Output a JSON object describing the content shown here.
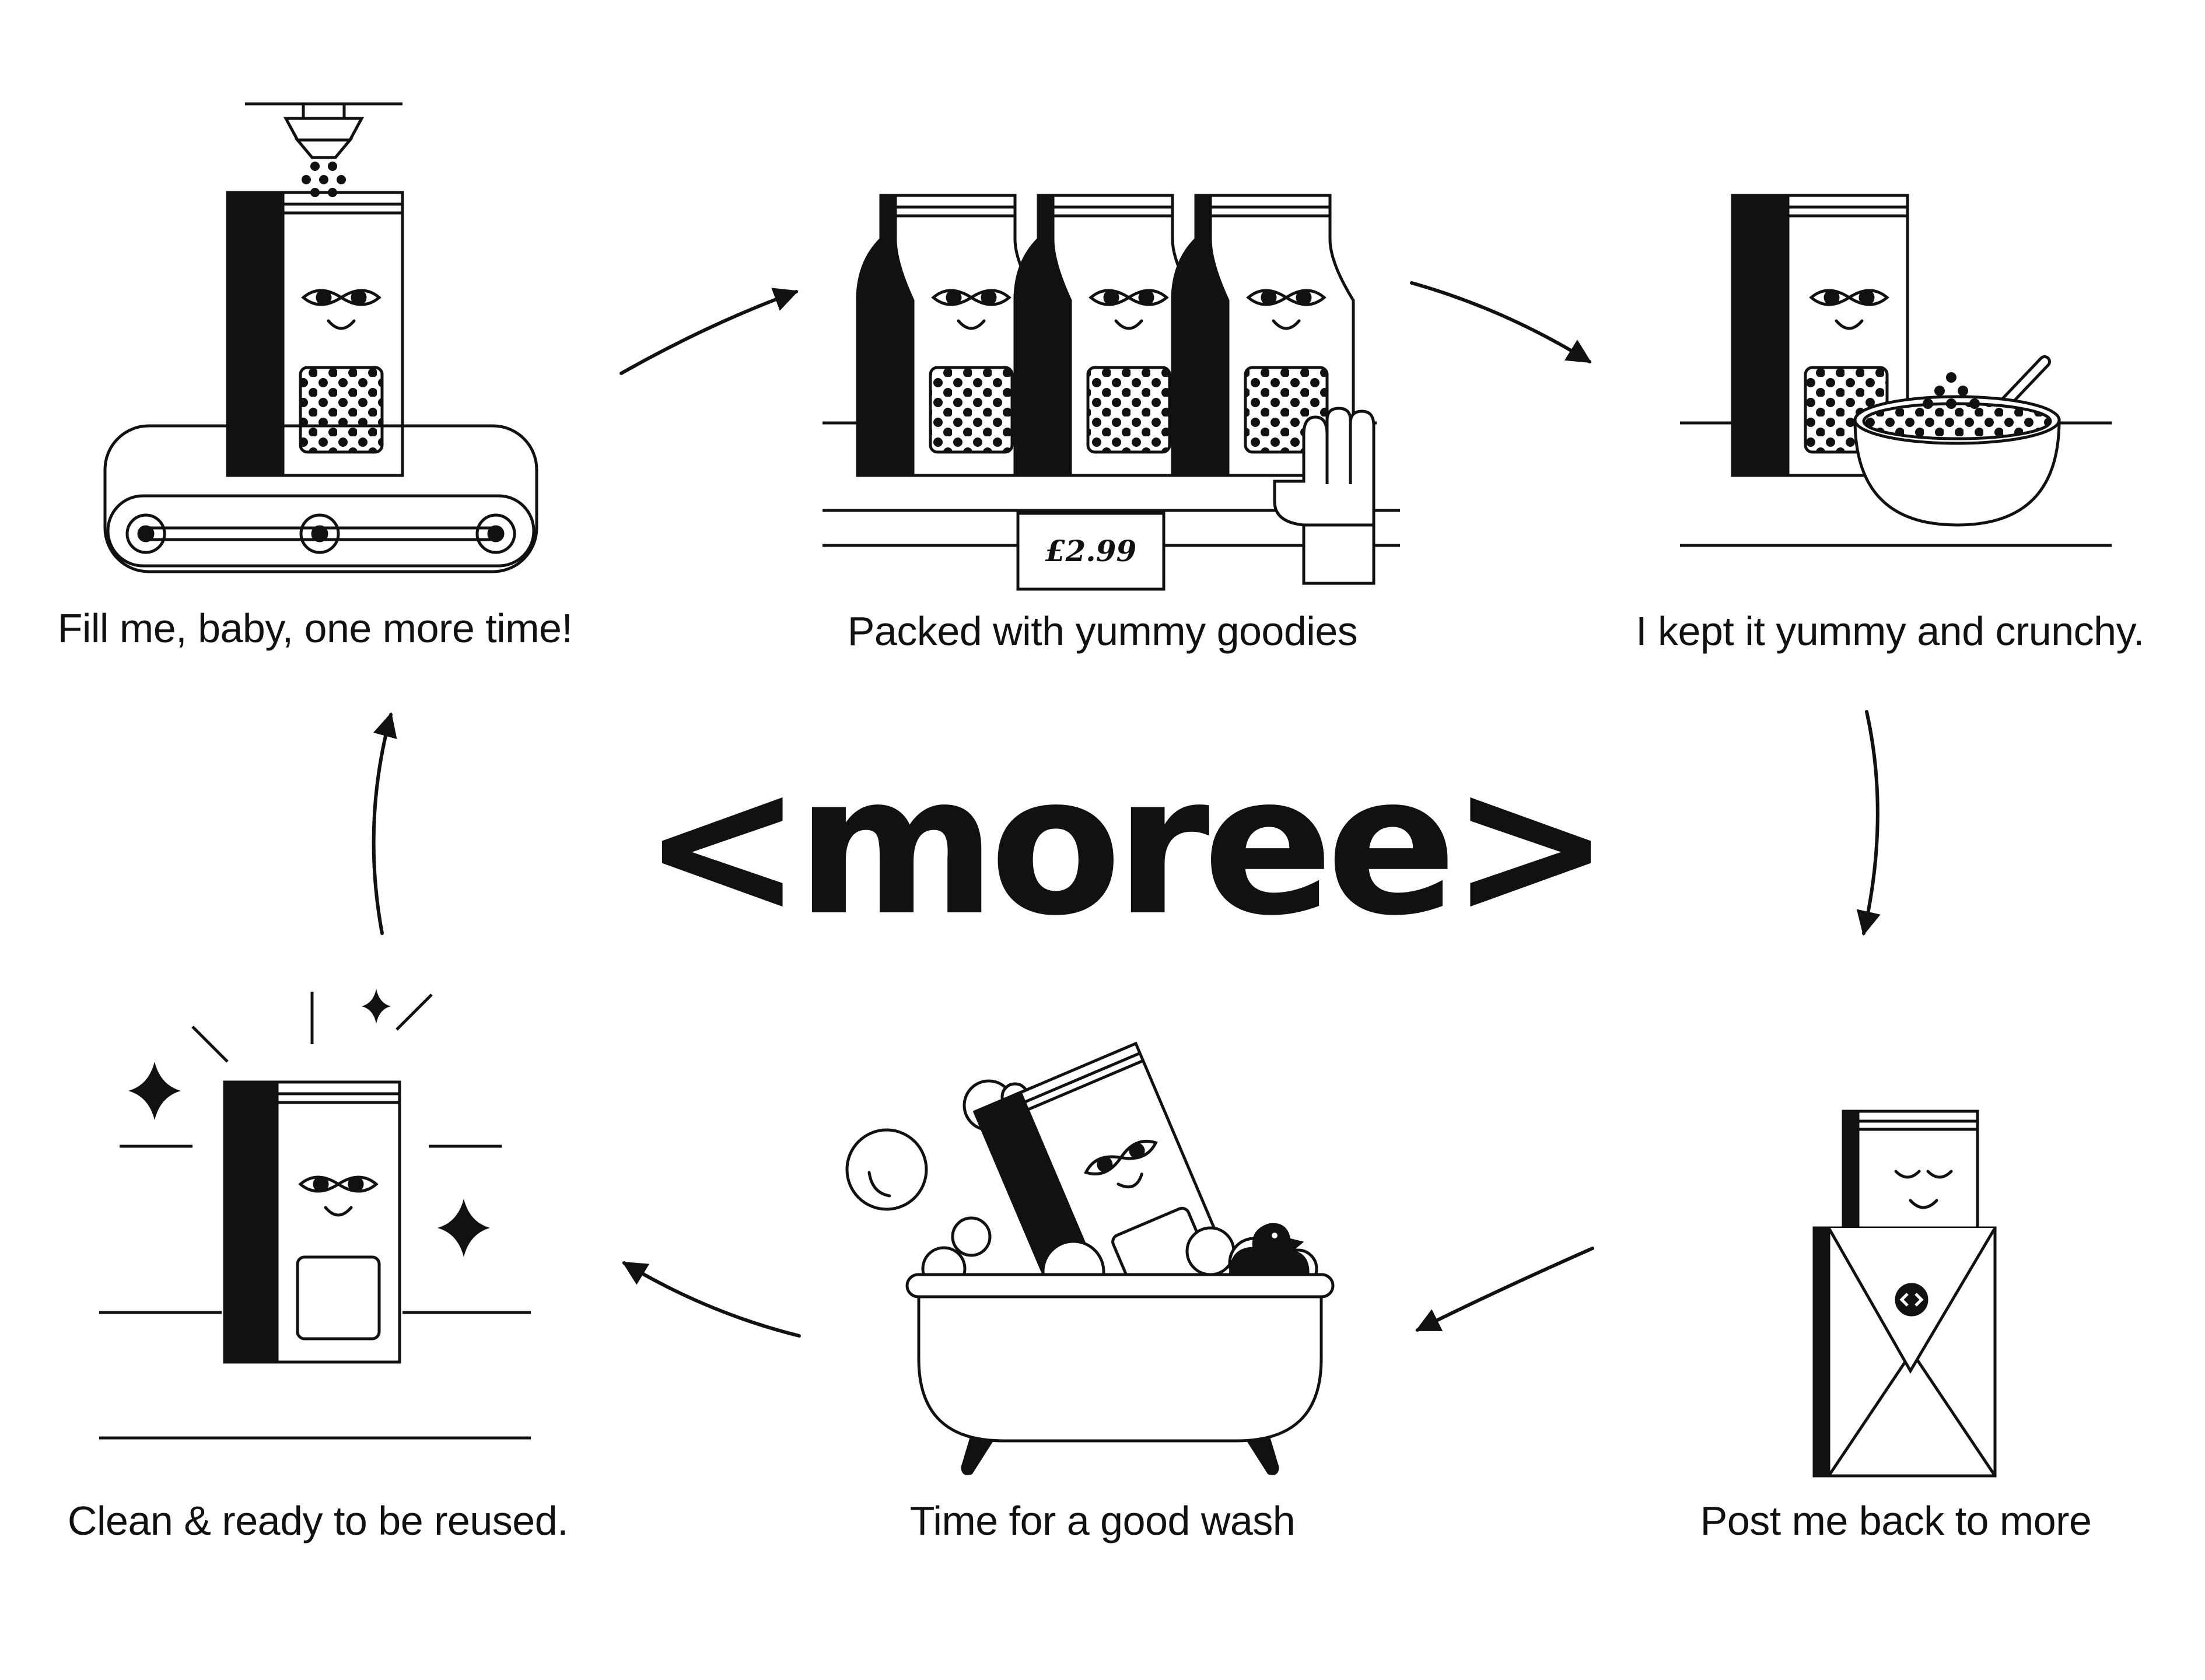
{
  "brand": {
    "logo": "<moree>"
  },
  "steps": [
    {
      "caption": "Fill me, baby, one more time!"
    },
    {
      "caption": "Packed with yummy goodies",
      "price": "£2.99"
    },
    {
      "caption": "I kept it yummy and crunchy."
    },
    {
      "caption": "Post me back to more"
    },
    {
      "caption": "Time for a good wash"
    },
    {
      "caption": "Clean & ready to be reused."
    }
  ],
  "colors": {
    "ink": "#111111",
    "background": "#ffffff"
  }
}
